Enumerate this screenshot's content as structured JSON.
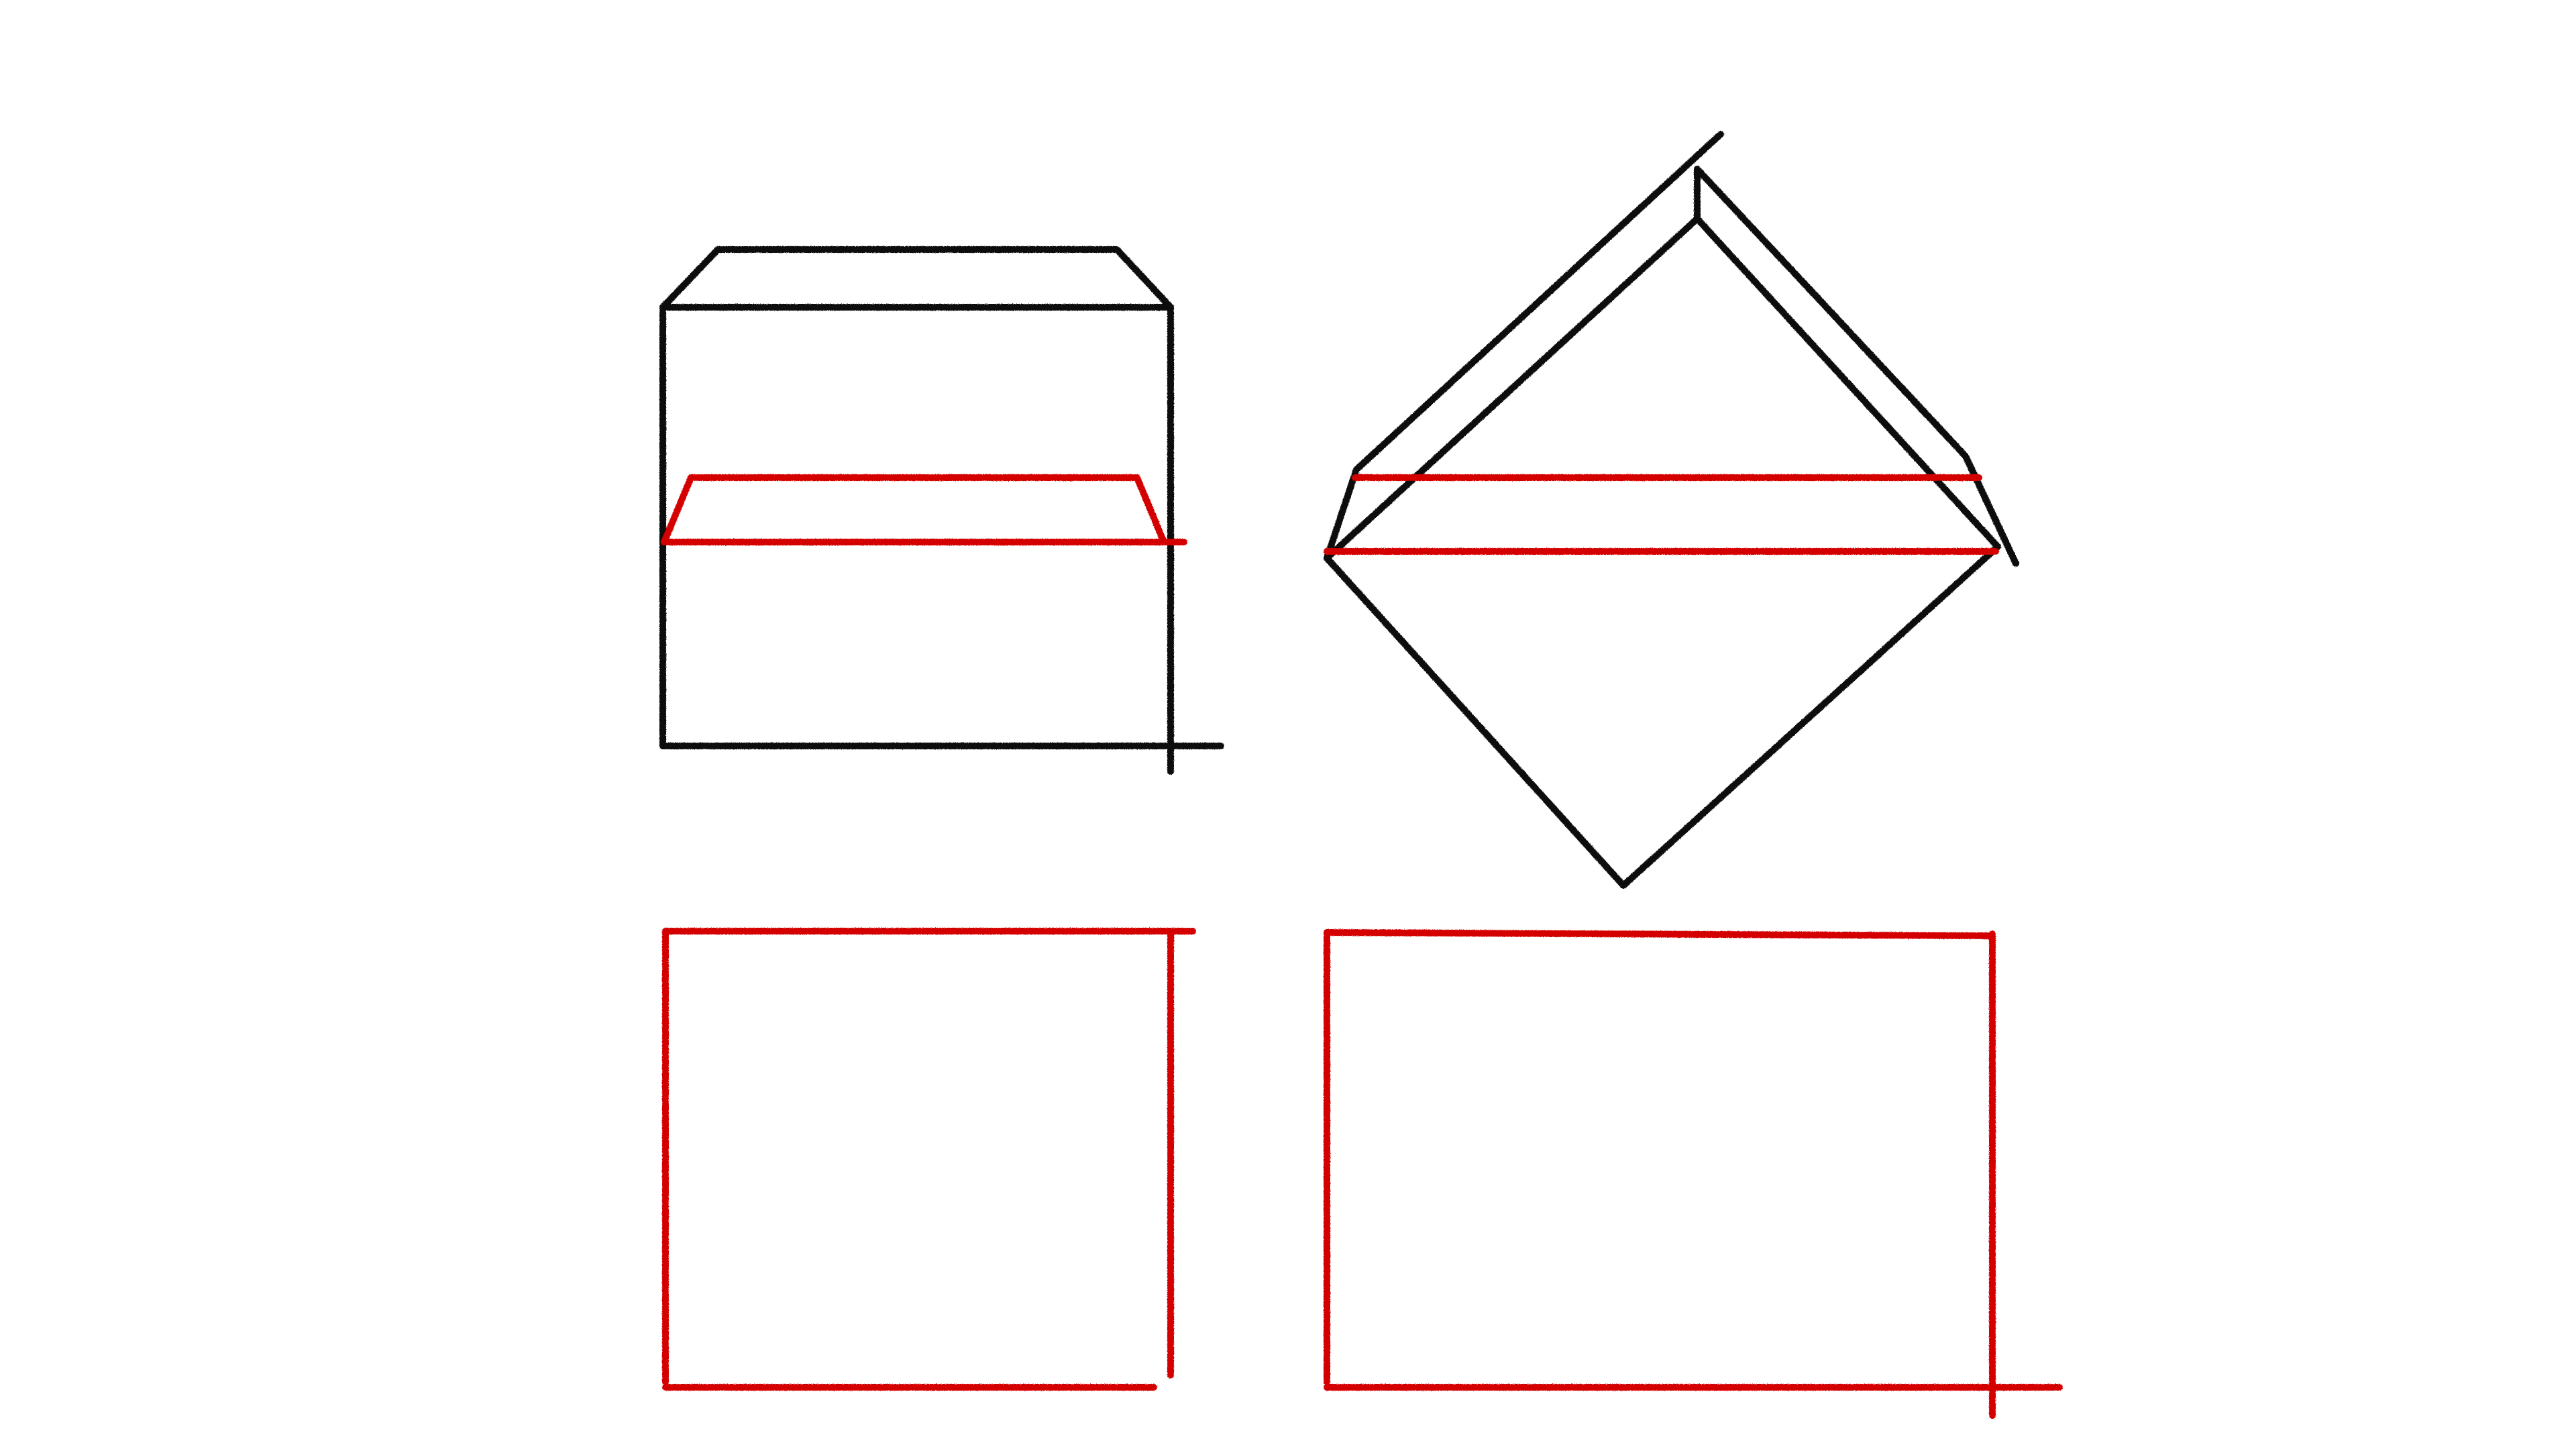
{
  "colors": {
    "background": "#ffffff",
    "ink": "#111111",
    "guide": "#4a4a4a",
    "accent": "#d40000"
  },
  "figures": [
    {
      "name": "front-facing-cube",
      "color": "ink"
    },
    {
      "name": "cube-cross-section",
      "color": "accent"
    },
    {
      "name": "rotated-cube",
      "color": "ink"
    },
    {
      "name": "rotated-cube-cross-section",
      "color": "accent"
    },
    {
      "name": "square-section",
      "color": "accent"
    },
    {
      "name": "rectangle-section",
      "color": "accent"
    }
  ],
  "guides": [
    {
      "name": "upper-horizontal-guide",
      "color": "guide"
    },
    {
      "name": "lower-horizontal-guide",
      "color": "guide"
    }
  ]
}
